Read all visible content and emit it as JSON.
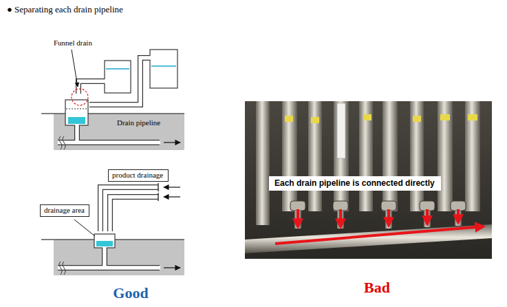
{
  "diagram": {
    "title": "● Separating each drain pipeline",
    "nodes": [
      {
        "text": [
          "product drainage"
        ]
      },
      {
        "text": [
          "drainage area"
        ]
      },
      {
        "text": [
          "Each drain pipeline is connected directly"
        ]
      }
    ],
    "labels": [
      "Funnel drain",
      "Drain pipeline",
      "Good",
      "Bad"
    ]
  }
}
